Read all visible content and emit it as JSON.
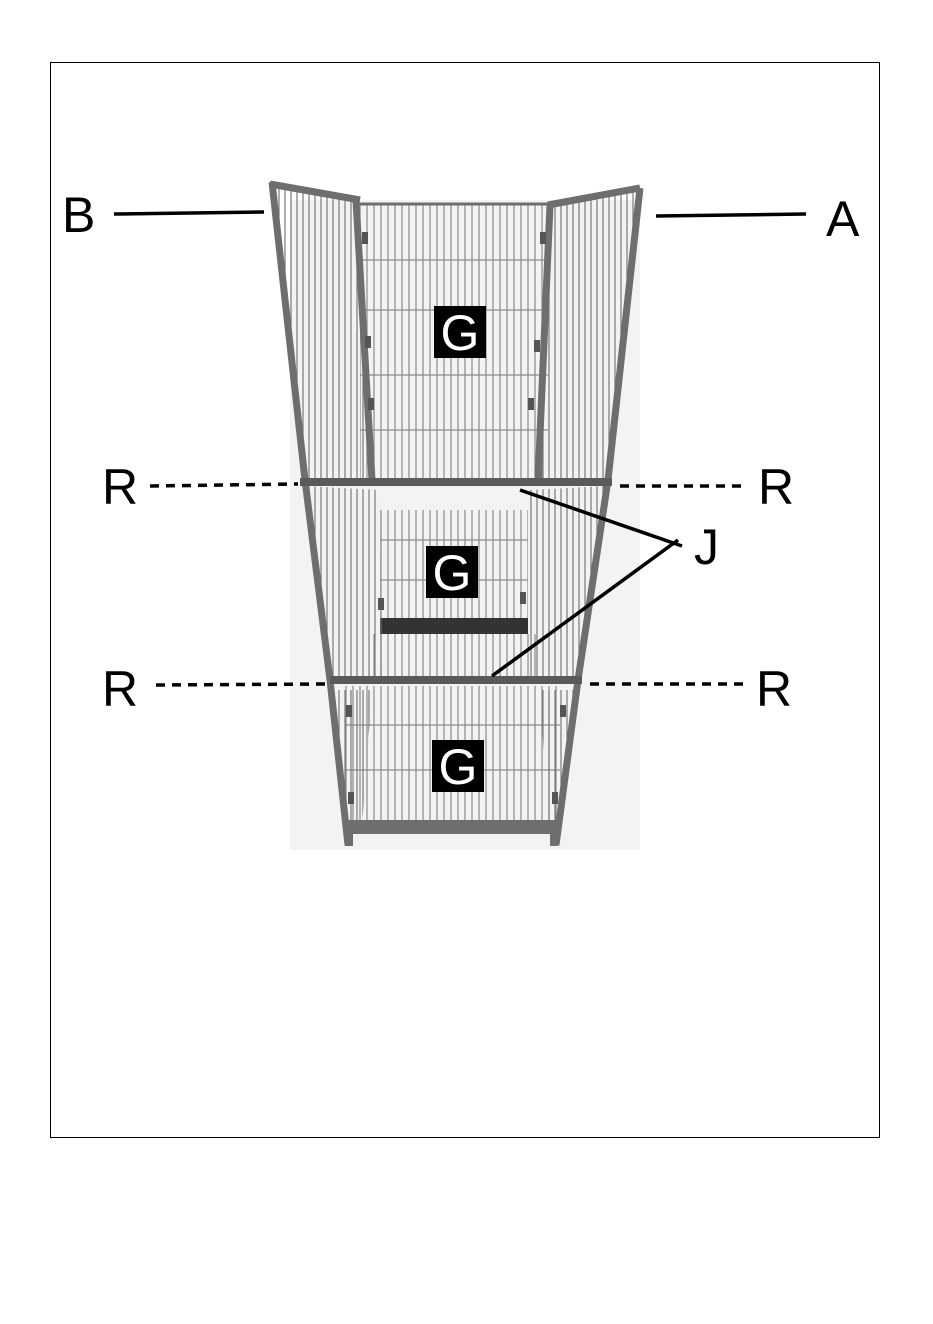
{
  "callouts": {
    "A": "A",
    "B": "B",
    "J": "J",
    "R_upper_left": "R",
    "R_upper_right": "R",
    "R_lower_left": "R",
    "R_lower_right": "R"
  },
  "panel_badges": {
    "top": "G",
    "middle": "G",
    "bottom": "G"
  },
  "colors": {
    "frame": "#6e6e6e",
    "wire": "#8a8a8a",
    "badge_bg": "#000000",
    "line": "#000000"
  }
}
